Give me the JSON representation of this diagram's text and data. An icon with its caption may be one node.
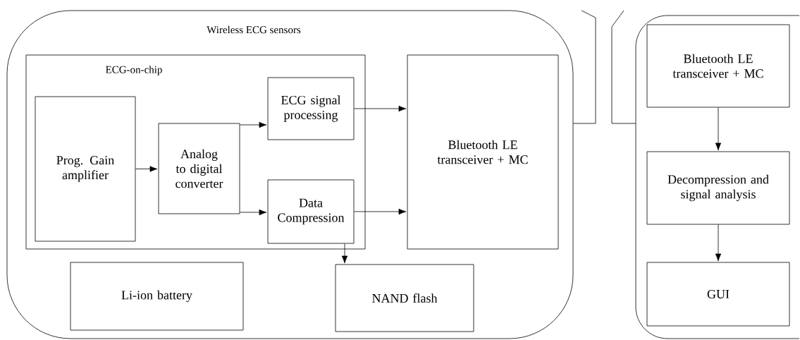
{
  "diagram": {
    "nodes": [
      {
        "text": [
          "Wireless ECG sensors"
        ]
      },
      {
        "text": [
          "ECG-on-chip"
        ],
        "in": 0
      },
      {
        "text": [
          "Prog. Gain amplifier"
        ],
        "in": 1
      },
      {
        "text": [
          "Analog to digital converter"
        ],
        "in": 1
      },
      {
        "text": [
          "ECG signal processing"
        ],
        "in": 1
      },
      {
        "text": [
          "Data Compression"
        ],
        "in": 1
      },
      {
        "text": [
          "Bluetooth LE transceiver + MC"
        ],
        "in": 0
      },
      {
        "text": [
          "Li-ion battery"
        ],
        "in": 0
      },
      {
        "text": [
          "NAND flash"
        ],
        "in": 0
      },
      {
        "text": [],
        "shape": "box"
      },
      {
        "text": [
          "Bluetooth LE transceiver + MC"
        ],
        "in": 9
      },
      {
        "text": [
          "Decompression and signal analysis"
        ],
        "in": 9
      },
      {
        "text": [
          "GUI"
        ],
        "in": 9
      }
    ],
    "edges": [
      {
        "from": 2,
        "to": 3,
        "arrow": "to"
      },
      {
        "from": 3,
        "to": 4,
        "arrow": "to"
      },
      {
        "from": 3,
        "to": 5,
        "arrow": "to"
      },
      {
        "from": 4,
        "to": 6,
        "arrow": "to"
      },
      {
        "from": 5,
        "to": 6,
        "arrow": "to"
      },
      {
        "from": 5,
        "to": 8,
        "arrow": "to"
      },
      {
        "from": 10,
        "to": 11,
        "arrow": "to"
      },
      {
        "from": 11,
        "to": 12,
        "arrow": "to"
      }
    ]
  }
}
